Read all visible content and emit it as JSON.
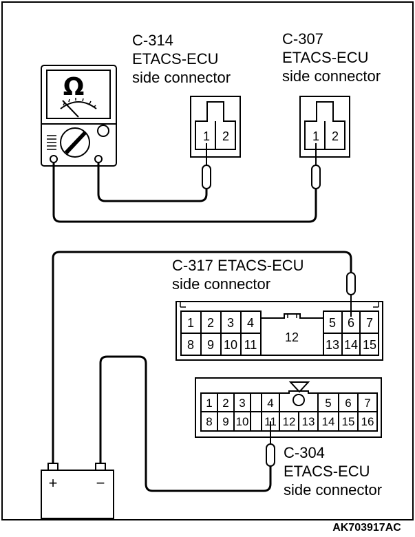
{
  "connectors": {
    "c314": {
      "code": "C-314",
      "name": "ETACS-ECU",
      "desc": "side connector",
      "pins": [
        "1",
        "2"
      ]
    },
    "c307": {
      "code": "C-307",
      "name": "ETACS-ECU",
      "desc": "side connector",
      "pins": [
        "1",
        "2"
      ]
    },
    "c317": {
      "title": "C-317 ETACS-ECU",
      "desc": "side connector",
      "pins": [
        "1",
        "2",
        "3",
        "4",
        "5",
        "6",
        "7",
        "8",
        "9",
        "10",
        "11",
        "12",
        "13",
        "14",
        "15"
      ]
    },
    "c304": {
      "code": "C-304",
      "name": "ETACS-ECU",
      "desc": "side connector",
      "pins": [
        "1",
        "2",
        "3",
        "4",
        "5",
        "6",
        "7",
        "8",
        "9",
        "10",
        "11",
        "12",
        "13",
        "14",
        "15",
        "16"
      ]
    }
  },
  "meter": {
    "symbol": "Ω"
  },
  "battery": {
    "plus": "+",
    "minus": "−"
  },
  "figure_code": "AK703917AC"
}
